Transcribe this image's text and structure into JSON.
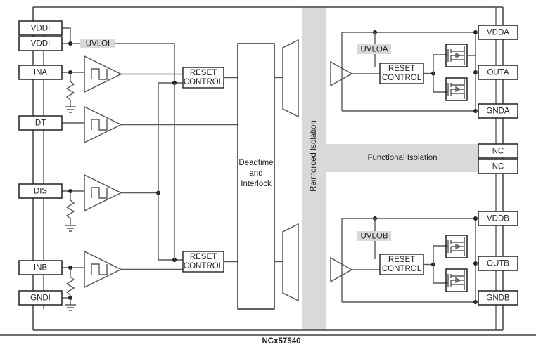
{
  "diagram": {
    "part_number": "NCx57540",
    "isolation": {
      "reinforced_label": "Reinforced Isolation",
      "functional_label": "Functional Isolation",
      "band_color": "#d9d9d9"
    },
    "highlight_color": "#d9d9d9",
    "line_color": "#58595b",
    "text_color": "#231f20"
  },
  "pins": {
    "left": [
      {
        "id": "vddi-1",
        "label": "VDDI"
      },
      {
        "id": "vddi-2",
        "label": "VDDI"
      },
      {
        "id": "ina",
        "label": "INA"
      },
      {
        "id": "dt",
        "label": "DT"
      },
      {
        "id": "dis",
        "label": "DIS"
      },
      {
        "id": "inb",
        "label": "INB"
      },
      {
        "id": "gndi",
        "label": "GNDI"
      }
    ],
    "right": [
      {
        "id": "vdda",
        "label": "VDDA"
      },
      {
        "id": "outa",
        "label": "OUTA"
      },
      {
        "id": "gnda",
        "label": "GNDA"
      },
      {
        "id": "nc-1",
        "label": "NC"
      },
      {
        "id": "nc-2",
        "label": "NC"
      },
      {
        "id": "vddb",
        "label": "VDDB"
      },
      {
        "id": "outb",
        "label": "OUTB"
      },
      {
        "id": "gndb",
        "label": "GNDB"
      }
    ]
  },
  "blocks": {
    "uvloi": {
      "label": "UVLOI"
    },
    "uvloa": {
      "label": "UVLOA"
    },
    "uvlob": {
      "label": "UVLOB"
    },
    "reset_primary_a": {
      "line1": "RESET",
      "line2": "CONTROL"
    },
    "reset_primary_b": {
      "line1": "RESET",
      "line2": "CONTROL"
    },
    "reset_secondary_a": {
      "line1": "RESET",
      "line2": "CONTROL"
    },
    "reset_secondary_b": {
      "line1": "RESET",
      "line2": "CONTROL"
    },
    "deadtime": {
      "line1": "Deadtime",
      "line2": "and",
      "line3": "Interlock"
    }
  }
}
